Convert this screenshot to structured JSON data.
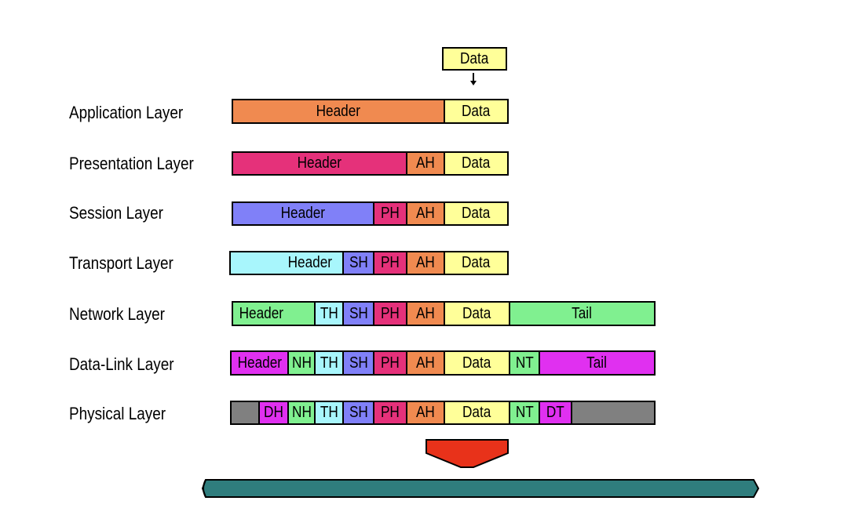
{
  "input_data_label": "Data",
  "colors": {
    "application": "#F08A50",
    "presentation": "#E5317A",
    "session": "#8080F8",
    "transport": "#A8F6FC",
    "network": "#80F090",
    "datalink": "#E030F0",
    "physical": "#808080",
    "data": "#FFFF99",
    "cable": "#2F7D7D",
    "big_arrow": "#E8321A"
  },
  "layers": [
    {
      "label": "Application Layer",
      "segments": [
        {
          "text": "Header",
          "color": "#F08A50"
        },
        {
          "text": "Data",
          "color": "#FFFF99"
        }
      ]
    },
    {
      "label": "Presentation Layer",
      "segments": [
        {
          "text": "Header",
          "color": "#E5317A"
        },
        {
          "text": "AH",
          "color": "#F08A50"
        },
        {
          "text": "Data",
          "color": "#FFFF99"
        }
      ]
    },
    {
      "label": "Session Layer",
      "segments": [
        {
          "text": "Header",
          "color": "#8080F8"
        },
        {
          "text": "PH",
          "color": "#E5317A"
        },
        {
          "text": "AH",
          "color": "#F08A50"
        },
        {
          "text": "Data",
          "color": "#FFFF99"
        }
      ]
    },
    {
      "label": "Transport Layer",
      "segments": [
        {
          "text": "Header",
          "color": "#A8F6FC"
        },
        {
          "text": "SH",
          "color": "#8080F8"
        },
        {
          "text": "PH",
          "color": "#E5317A"
        },
        {
          "text": "AH",
          "color": "#F08A50"
        },
        {
          "text": "Data",
          "color": "#FFFF99"
        }
      ]
    },
    {
      "label": "Network Layer",
      "segments": [
        {
          "text": "Header",
          "color": "#80F090"
        },
        {
          "text": "TH",
          "color": "#A8F6FC"
        },
        {
          "text": "SH",
          "color": "#8080F8"
        },
        {
          "text": "PH",
          "color": "#E5317A"
        },
        {
          "text": "AH",
          "color": "#F08A50"
        },
        {
          "text": "Data",
          "color": "#FFFF99"
        },
        {
          "text": "Tail",
          "color": "#80F090"
        }
      ]
    },
    {
      "label": "Data-Link Layer",
      "segments": [
        {
          "text": "Header",
          "color": "#E030F0"
        },
        {
          "text": "NH",
          "color": "#80F090"
        },
        {
          "text": "TH",
          "color": "#A8F6FC"
        },
        {
          "text": "SH",
          "color": "#8080F8"
        },
        {
          "text": "PH",
          "color": "#E5317A"
        },
        {
          "text": "AH",
          "color": "#F08A50"
        },
        {
          "text": "Data",
          "color": "#FFFF99"
        },
        {
          "text": "NT",
          "color": "#80F090"
        },
        {
          "text": "Tail",
          "color": "#E030F0"
        }
      ]
    },
    {
      "label": "Physical Layer",
      "segments": [
        {
          "text": "",
          "color": "#808080"
        },
        {
          "text": "DH",
          "color": "#E030F0"
        },
        {
          "text": "NH",
          "color": "#80F090"
        },
        {
          "text": "TH",
          "color": "#A8F6FC"
        },
        {
          "text": "SH",
          "color": "#8080F8"
        },
        {
          "text": "PH",
          "color": "#E5317A"
        },
        {
          "text": "AH",
          "color": "#F08A50"
        },
        {
          "text": "Data",
          "color": "#FFFF99"
        },
        {
          "text": "NT",
          "color": "#80F090"
        },
        {
          "text": "DT",
          "color": "#E030F0"
        },
        {
          "text": "",
          "color": "#808080"
        }
      ]
    }
  ]
}
